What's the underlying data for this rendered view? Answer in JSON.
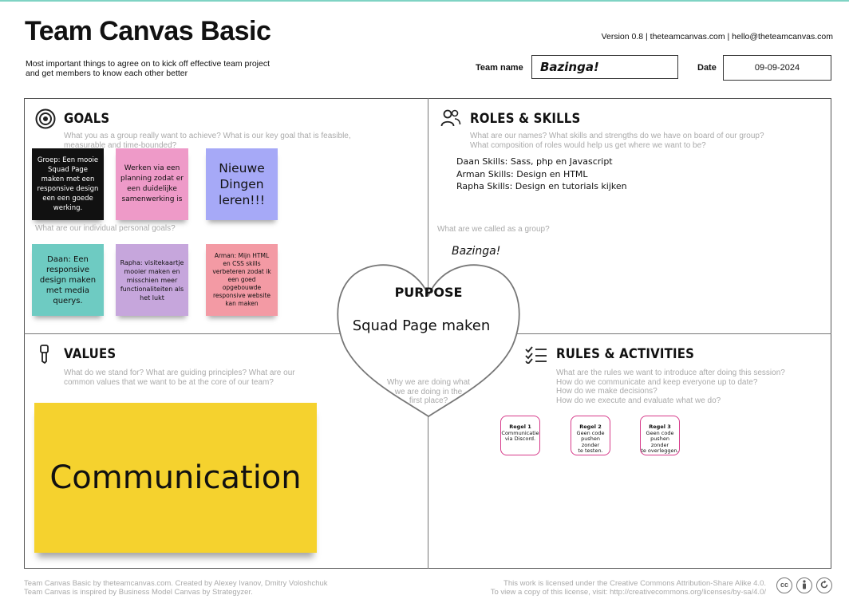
{
  "header": {
    "title": "Team Canvas Basic",
    "subtitle_line1": "Most important things to agree on to kick off effective team project",
    "subtitle_line2": "and get members to know each other better",
    "version": "Version 0.8  |  theteamcanvas.com  |  hello@theteamcanvas.com",
    "team_name_label": "Team name",
    "team_name_value": "Bazinga!",
    "date_label": "Date",
    "date_value": "09-09-2024"
  },
  "goals": {
    "title": "GOALS",
    "icon": "target-icon",
    "hint_group_1": "What you as a group really want to achieve? What is our key goal that is feasible,",
    "hint_group_2": "measurable and time-bounded?",
    "hint_personal": "What are our individual personal goals?",
    "notes": [
      {
        "text": "Groep: Een mooie Squad Page maken met een responsive design een een goede werking.",
        "color": "#111111"
      },
      {
        "text": "Werken via een planning zodat er een duidelijke samenwerking is",
        "color": "#ee9ac8"
      },
      {
        "text": "Nieuwe Dingen leren!!!",
        "color": "#a6a9f7"
      },
      {
        "text": "Daan: Een responsive design maken met media querys.",
        "color": "#6ecbc2"
      },
      {
        "text": "Rapha: visitekaartje mooier maken en misschien meer functionaliteiten als het lukt",
        "color": "#c6a6dc"
      },
      {
        "text": "Arman: Mijn HTML en CSS skills verbeteren zodat ik een goed opgebouwde responsive website kan maken",
        "color": "#f39aa4"
      }
    ]
  },
  "roles": {
    "title": "ROLES & SKILLS",
    "icon": "people-icon",
    "hint_1": "What are our names? What skills and strengths do we have on board of our group?",
    "hint_2": "What composition of roles would help us get where we want to be?",
    "skills": [
      "Daan Skills: Sass, php en Javascript",
      "Arman Skills: Design en HTML",
      "Rapha Skills: Design en tutorials kijken"
    ],
    "group_hint": "What are we called as a group?",
    "group_name": "Bazinga!"
  },
  "purpose": {
    "title": "PURPOSE",
    "text": "Squad Page maken",
    "hint_1": "Why we are doing what",
    "hint_2": "we are doing in the",
    "hint_3": "first place?"
  },
  "values": {
    "title": "VALUES",
    "icon": "pin-icon",
    "hint_1": "What do we stand for? What are guiding principles? What are our",
    "hint_2": "common values that we want to be at the core of our team?",
    "note": "Communication",
    "note_color": "#f5d22e"
  },
  "rules": {
    "title": "RULES & ACTIVITIES",
    "icon": "checklist-icon",
    "hint_1": "What are the rules we want to introduce after doing this session?",
    "hint_2": "How do we communicate and keep everyone up to date?",
    "hint_3": "How do we make decisions?",
    "hint_4": "How do we execute and evaluate what we do?",
    "cards": [
      {
        "title": "Regel 1",
        "l1": "Communicatie",
        "l2": "via Discord.",
        "l3": ""
      },
      {
        "title": "Regel 2",
        "l1": "Geen code",
        "l2": "pushen zonder",
        "l3": "te testen."
      },
      {
        "title": "Regel 3",
        "l1": "Geen code",
        "l2": "pushen zonder",
        "l3": "te overleggen."
      }
    ]
  },
  "footer": {
    "left_1": "Team Canvas Basic by theteamcanvas.com. Created by Alexey Ivanov, Dmitry Voloshchuk",
    "left_2": "Team Canvas is inspired by Business Model Canvas by Strategyzer.",
    "right_1": "This work is licensed under the Creative Commons Attribution-Share Alike 4.0.",
    "right_2": "To view a copy of this license, visit: http://creativecommons.org/licenses/by-sa/4.0/",
    "cc_icons": [
      "cc-icon",
      "by-icon",
      "sa-icon"
    ]
  }
}
